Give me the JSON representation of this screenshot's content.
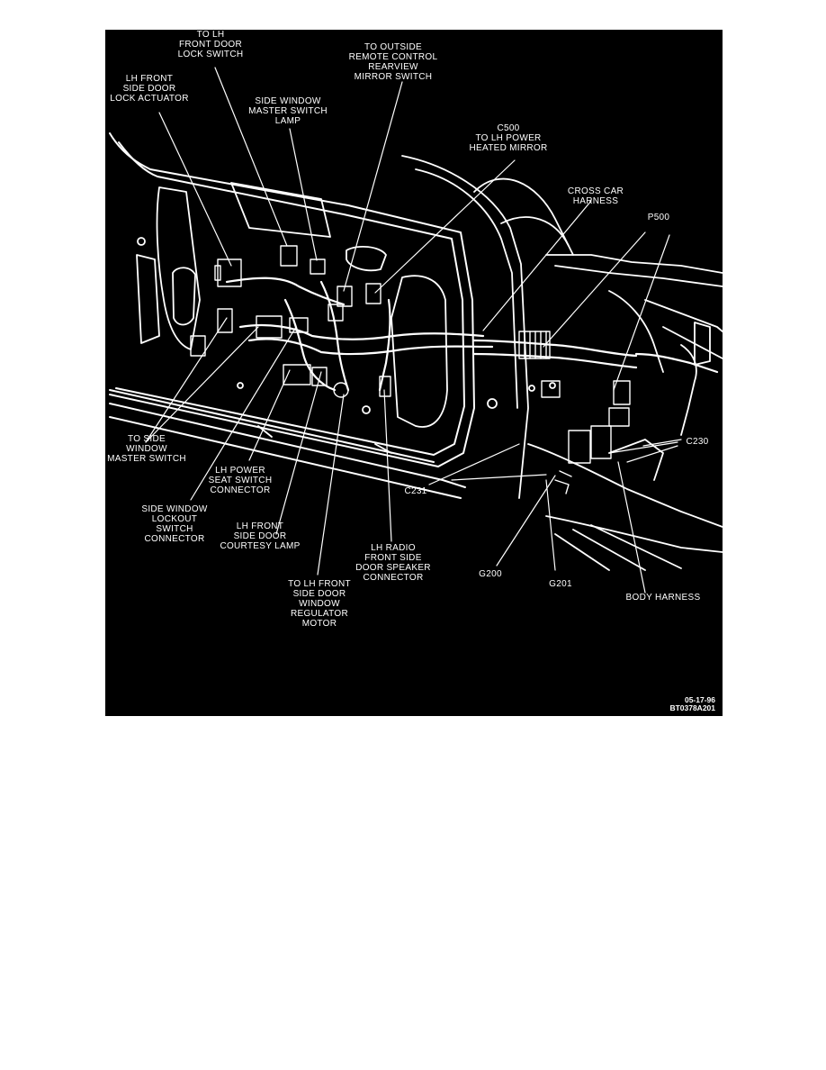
{
  "colors": {
    "background": "#000000",
    "ink": "#ffffff",
    "page": "#ffffff"
  },
  "callouts": {
    "to_lh_front_door_lock_switch": "TO LH\nFRONT DOOR\nLOCK SWITCH",
    "lh_front_side_door_lock_actuator": "LH FRONT\nSIDE DOOR\nLOCK ACTUATOR",
    "side_window_master_switch_lamp": "SIDE WINDOW\nMASTER SWITCH\nLAMP",
    "to_outside_remote_control_rearview_mirror_switch": "TO OUTSIDE\nREMOTE CONTROL\nREARVIEW\nMIRROR SWITCH",
    "c500_to_lh_power_heated_mirror": "C500\nTO LH POWER\nHEATED MIRROR",
    "cross_car_harness": "CROSS CAR\nHARNESS",
    "p500": "P500",
    "c230": "C230",
    "c231": "C231",
    "to_side_window_master_switch": "TO SIDE\nWINDOW\nMASTER SWITCH",
    "lh_power_seat_switch_connector": "LH POWER\nSEAT SWITCH\nCONNECTOR",
    "side_window_lockout_switch_connector": "SIDE WINDOW\nLOCKOUT\nSWITCH\nCONNECTOR",
    "lh_front_side_door_courtesy_lamp": "LH FRONT\nSIDE DOOR\nCOURTESY LAMP",
    "lh_radio_front_side_door_speaker_connector": "LH RADIO\nFRONT SIDE\nDOOR SPEAKER\nCONNECTOR",
    "to_lh_front_side_door_window_regulator_motor": "TO LH FRONT\nSIDE DOOR\nWINDOW\nREGULATOR\nMOTOR",
    "g200": "G200",
    "g201": "G201",
    "body_harness": "BODY HARNESS"
  },
  "figure_id": {
    "date": "05-17-96",
    "code": "BT0378A201"
  }
}
